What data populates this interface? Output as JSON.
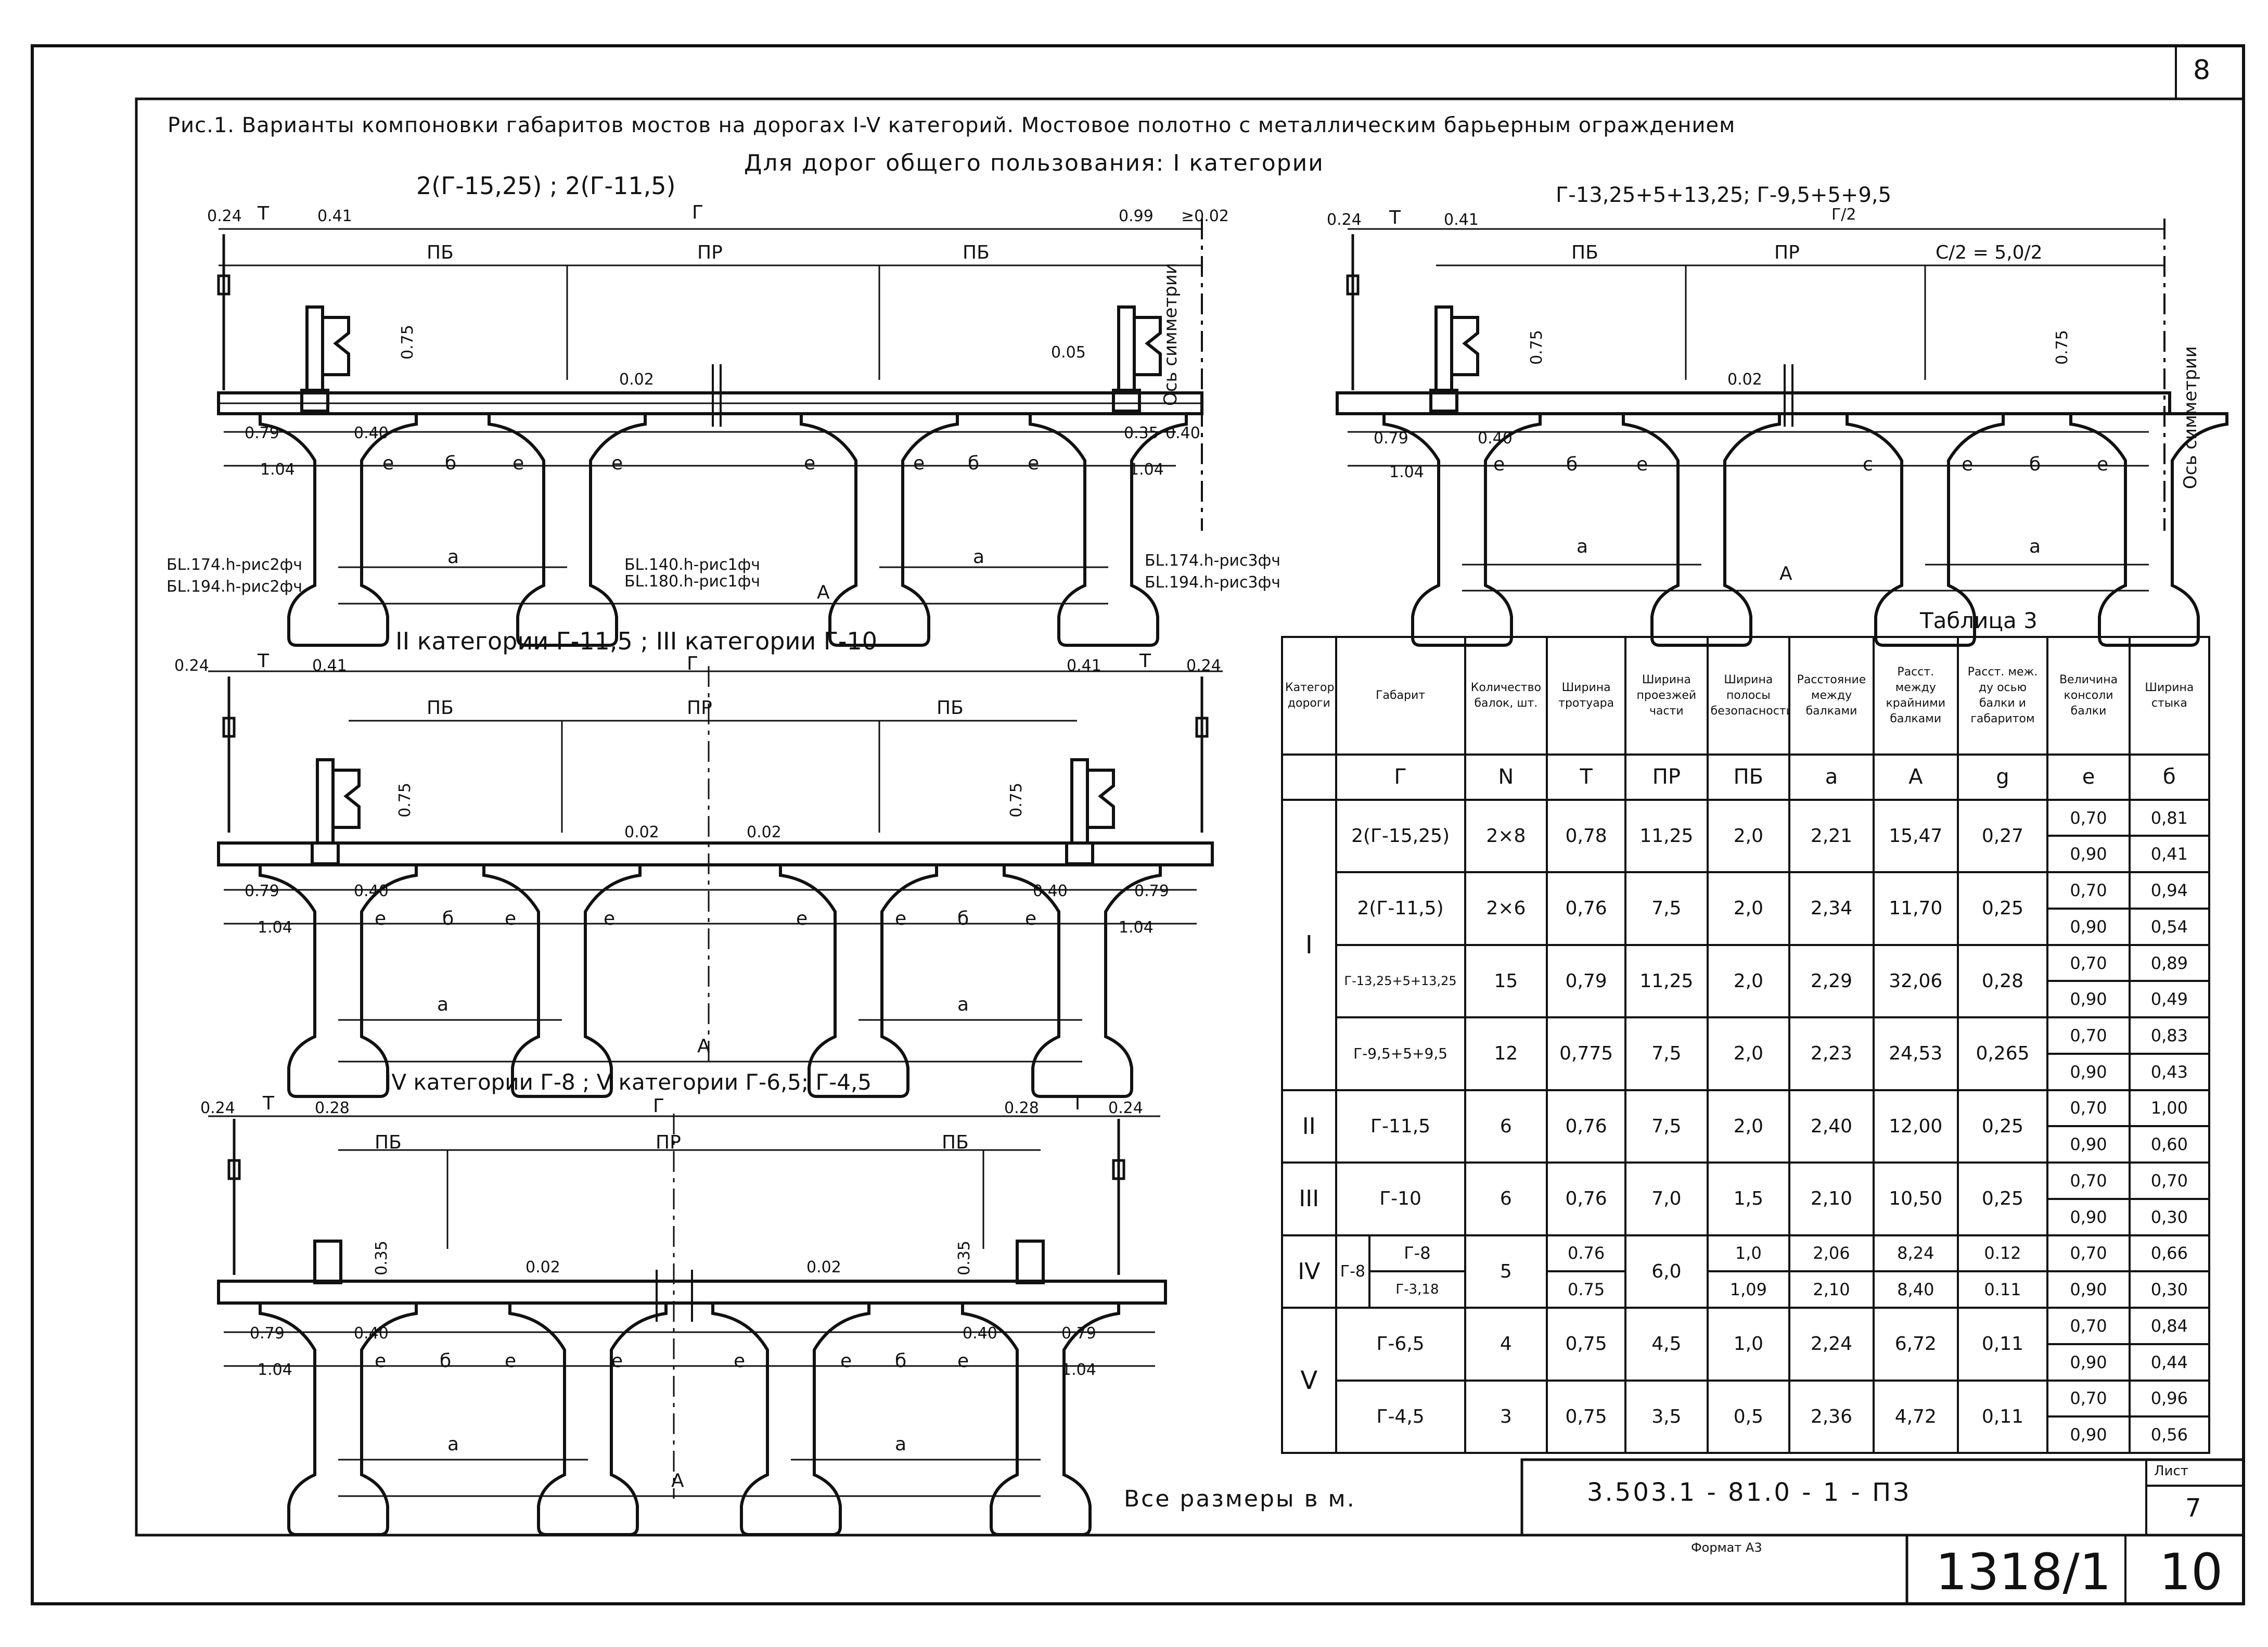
{
  "page": {
    "sheet_number": "8"
  },
  "figure": {
    "title_line1": "Рис.1.   Варианты компоновки габаритов мостов на дорогах I-V категорий. Мостовое полотно с металлическим барьерным ограждением",
    "title_line2": "Для дорог общего пользования:  I категории"
  },
  "diagram1": {
    "caption": "2(Г-15,25) ; 2(Г-11,5)",
    "dims": [
      "0.24",
      "T",
      "0.41",
      "Г",
      "0.99",
      "≥0.02",
      "ПБ",
      "ПР",
      "ПБ",
      "0.75",
      "0.02",
      "0.05",
      "0.79",
      "0.40",
      "1.04",
      "e",
      "б",
      "e",
      "e",
      "e",
      "e",
      "б",
      "e",
      "0.35",
      "0.40",
      "1.04",
      "a",
      "a",
      "A"
    ],
    "axis_label": "Ось симметрии",
    "beam_left": [
      "БL.174.h-рис2фч",
      "БL.194.h-рис2фч"
    ],
    "beam_mid": [
      "БL.140.h-рис1фч",
      "БL.180.h-рис1фч"
    ],
    "beam_right": [
      "БL.174.h-рис3фч",
      "БL.194.h-рис3фч"
    ]
  },
  "diagram2": {
    "caption": "Г-13,25+5+13,25; Г-9,5+5+9,5",
    "dims": [
      "0.24",
      "T",
      "0.41",
      "Г/2",
      "ПБ",
      "ПР",
      "С/2 = 5,0/2",
      "0.75",
      "0.75",
      "0.02",
      "0.79",
      "0.40",
      "1.04",
      "e",
      "б",
      "e",
      "c",
      "e",
      "б",
      "e",
      "a",
      "a",
      "A"
    ],
    "axis_label": "Ось симметрии"
  },
  "diagram3": {
    "caption": "II категории  Г-11,5 ;    III категории  Г-10",
    "dims": [
      "0.24",
      "T",
      "0.41",
      "Г",
      "0.41",
      "T",
      "0.24",
      "ПБ",
      "ПР",
      "ПБ",
      "0.75",
      "0.75",
      "0.02",
      "0.02",
      "0.79",
      "0.40",
      "1.04",
      "e",
      "б",
      "e",
      "e",
      "e",
      "e",
      "б",
      "e",
      "0.40",
      "0.79",
      "1.04",
      "a",
      "a",
      "A"
    ]
  },
  "diagram4": {
    "caption": "IV категории Г-8 ;    V категории Г-6,5; Г-4,5",
    "dims": [
      "0.24",
      "T",
      "0.28",
      "Г",
      "0.28",
      "T",
      "0.24",
      "ПБ",
      "ПР",
      "ПБ",
      "0.35",
      "0.35",
      "0.02",
      "0.02",
      "0.79",
      "0.40",
      "1.04",
      "e",
      "б",
      "e",
      "e",
      "e",
      "e",
      "б",
      "e",
      "0.40",
      "0.79",
      "1.04",
      "a",
      "a",
      "A"
    ]
  },
  "table": {
    "caption": "Таблица 3",
    "headers": [
      "Категория дороги",
      "Габарит",
      "Количество балок, шт.",
      "Ширина тротуара",
      "Ширина проезжей части",
      "Ширина полосы безопасности",
      "Расстояние между балками",
      "Расст. между крайними балками",
      "Расст. меж. ду осью балки и габаритом",
      "Величина консоли балки",
      "Ширина стыка"
    ],
    "symbols": [
      "Г",
      "N",
      "T",
      "ПР",
      "ПБ",
      "a",
      "A",
      "g",
      "e",
      "б"
    ],
    "rows": [
      {
        "cat": "I",
        "gabarit": "2(Г-15,25)",
        "n": "2×8",
        "t": "0,78",
        "pr": "11,25",
        "pb": "2,0",
        "a": "2,21",
        "A": "15,47",
        "g": "0,27",
        "e": [
          "0,70",
          "0,90"
        ],
        "b": [
          "0,81",
          "0,41"
        ]
      },
      {
        "cat": "",
        "gabarit": "2(Г-11,5)",
        "n": "2×6",
        "t": "0,76",
        "pr": "7,5",
        "pb": "2,0",
        "a": "2,34",
        "A": "11,70",
        "g": "0,25",
        "e": [
          "0,70",
          "0,90"
        ],
        "b": [
          "0,94",
          "0,54"
        ]
      },
      {
        "cat": "",
        "gabarit": "Г-13,25+5+13,25",
        "n": "15",
        "t": "0,79",
        "pr": "11,25",
        "pb": "2,0",
        "a": "2,29",
        "A": "32,06",
        "g": "0,28",
        "e": [
          "0,70",
          "0,90"
        ],
        "b": [
          "0,89",
          "0,49"
        ]
      },
      {
        "cat": "",
        "gabarit": "Г-9,5+5+9,5",
        "n": "12",
        "t": "0,775",
        "pr": "7,5",
        "pb": "2,0",
        "a": "2,23",
        "A": "24,53",
        "g": "0,265",
        "e": [
          "0,70",
          "0,90"
        ],
        "b": [
          "0,83",
          "0,43"
        ]
      },
      {
        "cat": "II",
        "gabarit": "Г-11,5",
        "n": "6",
        "t": "0,76",
        "pr": "7,5",
        "pb": "2,0",
        "a": "2,40",
        "A": "12,00",
        "g": "0,25",
        "e": [
          "0,70",
          "0,90"
        ],
        "b": [
          "1,00",
          "0,60"
        ]
      },
      {
        "cat": "III",
        "gabarit": "Г-10",
        "n": "6",
        "t": "0,76",
        "pr": "7,0",
        "pb": "1,5",
        "a": "2,10",
        "A": "10,50",
        "g": "0,25",
        "e": [
          "0,70",
          "0,90"
        ],
        "b": [
          "0,70",
          "0,30"
        ]
      }
    ],
    "row_iv": {
      "cat": "IV",
      "gabarit": "Г-8",
      "sub": [
        "Г-8",
        "Г-3,18"
      ],
      "n": "5",
      "t": [
        "0.76",
        "0.75"
      ],
      "pr": "6,0",
      "pb": [
        "1,0",
        "1,09"
      ],
      "a": [
        "2,06",
        "2,10"
      ],
      "A": [
        "8,24",
        "8,40"
      ],
      "g": [
        "0.12",
        "0.11"
      ],
      "e": [
        "0,70",
        "0,90"
      ],
      "b": [
        "0,66",
        "0,30"
      ]
    },
    "rows_v": [
      {
        "cat": "V",
        "gabarit": "Г-6,5",
        "n": "4",
        "t": "0,75",
        "pr": "4,5",
        "pb": "1,0",
        "a": "2,24",
        "A": "6,72",
        "g": "0,11",
        "e": [
          "0,70",
          "0,90"
        ],
        "b": [
          "0,84",
          "0,44"
        ]
      },
      {
        "cat": "",
        "gabarit": "Г-4,5",
        "n": "3",
        "t": "0,75",
        "pr": "3,5",
        "pb": "0,5",
        "a": "2,36",
        "A": "4,72",
        "g": "0,11",
        "e": [
          "0,70",
          "0,90"
        ],
        "b": [
          "0,96",
          "0,56"
        ]
      }
    ]
  },
  "footer": {
    "note": "Все размеры в м.",
    "doc_code": "3.503.1 - 81.0 - 1 - ПЗ",
    "list_label": "Лист",
    "list_no": "7",
    "format": "Формат А3",
    "album": "1318/1",
    "page_no": "10"
  }
}
